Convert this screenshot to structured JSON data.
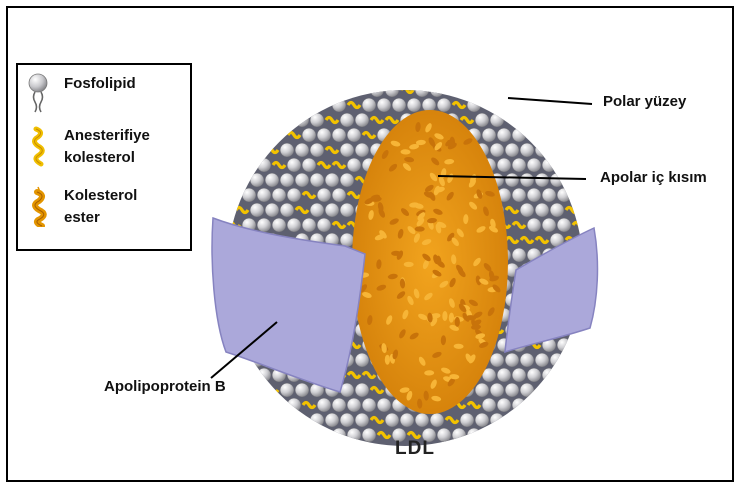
{
  "legend": {
    "items": [
      {
        "label": "Fosfolipid",
        "icon": "phospholipid-icon"
      },
      {
        "label_line1": "Anesterifiye",
        "label_line2": "kolesterol",
        "icon": "free-cholesterol-icon"
      },
      {
        "label_line1": "Kolesterol",
        "label_line2": "ester",
        "icon": "cholesterol-ester-icon"
      }
    ]
  },
  "labels": {
    "polar_surface": "Polar yüzey",
    "apolar_core": "Apolar iç kısım",
    "apolipoprotein": "Apolipoprotein B",
    "title": "LDL"
  },
  "colors": {
    "phospholipid_head": "#c8c8cc",
    "cholesterol": "#f2c200",
    "ester_core": "#e6920f",
    "apoprotein": "#a9a6d8"
  }
}
